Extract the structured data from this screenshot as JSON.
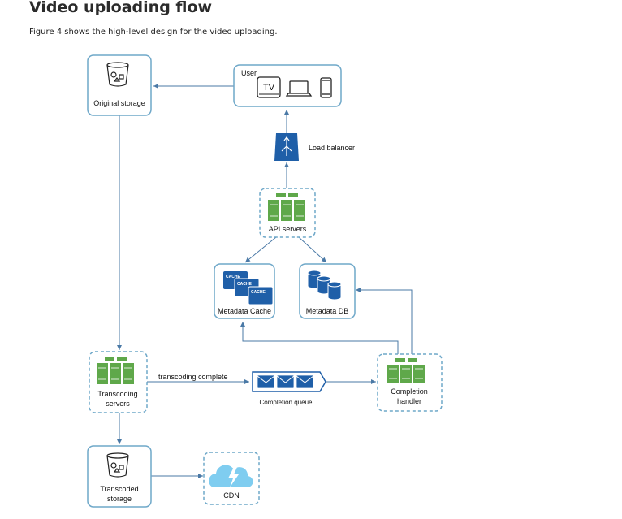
{
  "page": {
    "heading": "Video uploading flow",
    "description": "Figure 4 shows the high-level design for the video uploading."
  },
  "diagram": {
    "nodes": {
      "original_storage": "Original storage",
      "user": "User",
      "user_tv": "TV",
      "load_balancer": "Load balancer",
      "api_servers": "API servers",
      "metadata_cache": "Metadata Cache",
      "cache_tag": "CACHE",
      "metadata_db": "Metadata DB",
      "transcoding_servers_1": "Transcoding",
      "transcoding_servers_2": "servers",
      "completion_queue": "Completion queue",
      "completion_handler_1": "Completion",
      "completion_handler_2": "handler",
      "transcoded_storage_1": "Transcoded",
      "transcoded_storage_2": "storage",
      "cdn": "CDN"
    },
    "edges": {
      "transcoding_complete": "transcoding complete"
    },
    "colors": {
      "border": "#6fa8c9",
      "arrow": "#4a79a6",
      "server_green": "#5fa84a",
      "blue": "#1f5fa8",
      "cloud": "#7fcdf0"
    }
  }
}
